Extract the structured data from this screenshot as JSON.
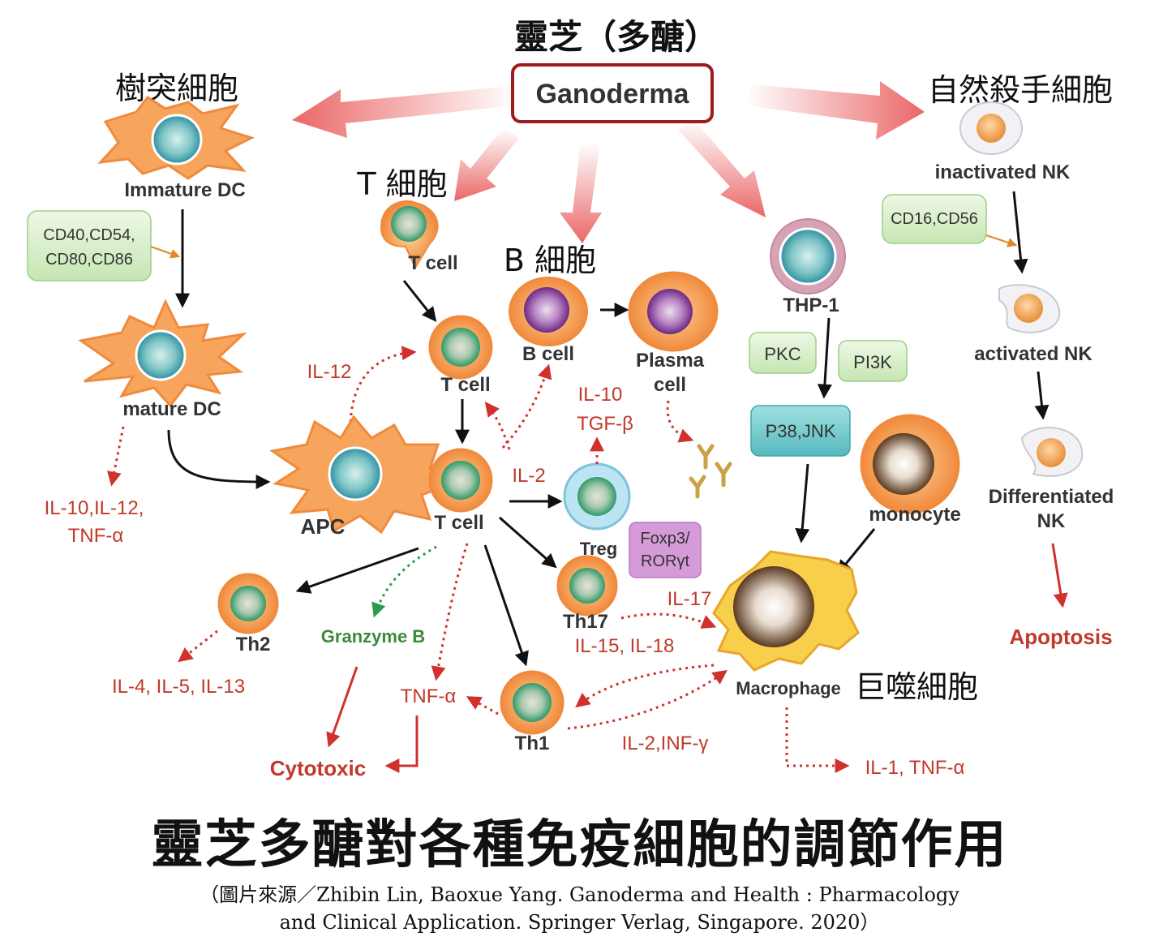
{
  "header": {
    "zh_title": "靈芝（多醣）",
    "ganoderma": "Ganoderma"
  },
  "zh_labels": {
    "dc": "樹突細胞",
    "nk": "自然殺手細胞",
    "t": "T 細胞",
    "b": "B 細胞",
    "macrophage": "巨噬細胞"
  },
  "cells": {
    "immature_dc": "Immature DC",
    "mature_dc": "mature DC",
    "t_top": "T cell",
    "t_mid": "T cell",
    "t_main": "T cell",
    "b_cell": "B cell",
    "plasma_1": "Plasma",
    "plasma_2": "cell",
    "apc": "APC",
    "treg": "Treg",
    "th17": "Th17",
    "th2": "Th2",
    "th1": "Th1",
    "thp1": "THP-1",
    "monocyte": "monocyte",
    "macrophage": "Macrophage",
    "inactivated_nk": "inactivated NK",
    "activated_nk": "activated NK",
    "diff_nk_1": "Differentiated",
    "diff_nk_2": "NK"
  },
  "boxes": {
    "cd_dc_1": "CD40,CD54,",
    "cd_dc_2": "CD80,CD86",
    "cd_nk": "CD16,CD56",
    "pkc": "PKC",
    "pi3k": "PI3K",
    "p38": "P38,JNK",
    "foxp3_1": "Foxp3/",
    "foxp3_2": "RORγt"
  },
  "cytokines": {
    "dc_out_1": "IL-10,IL-12,",
    "dc_out_2": "TNF-α",
    "il12": "IL-12",
    "il10": "IL-10",
    "tgfb": "TGF-β",
    "il2": "IL-2",
    "il17": "IL-17",
    "il15": "IL-15, IL-18",
    "th2_out": "IL-4, IL-5, IL-13",
    "granzyme": "Granzyme B",
    "tnfa": "TNF-α",
    "il2inf": "IL-2,INF-γ",
    "mac_out": "IL-1, TNF-α",
    "cytotoxic": "Cytotoxic",
    "apoptosis": "Apoptosis"
  },
  "title": "靈芝多醣對各種免疫細胞的調節作用",
  "caption": {
    "line1": "（圖片來源／Zhibin Lin, Baoxue Yang. Ganoderma and Health : Pharmacology",
    "line2": "and Clinical Application. Springer Verlag, Singapore. 2020）"
  }
}
